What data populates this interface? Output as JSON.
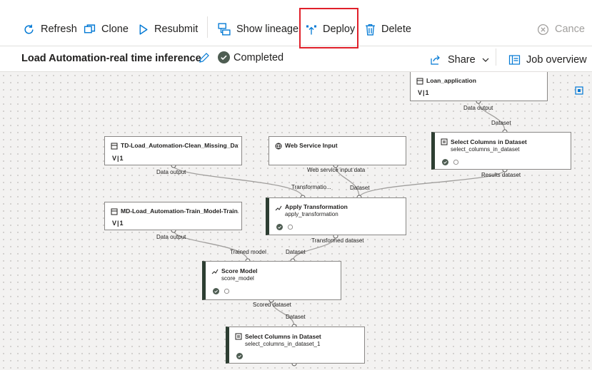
{
  "toolbar": {
    "refresh": "Refresh",
    "clone": "Clone",
    "resubmit": "Resubmit",
    "show_lineage": "Show lineage",
    "deploy": "Deploy",
    "delete": "Delete",
    "cancel": "Cance"
  },
  "header": {
    "title": "Load Automation-real time inference",
    "status": "Completed",
    "share": "Share",
    "job_overview": "Job overview"
  },
  "nodes": {
    "loan_app": {
      "title": "Loan_application",
      "version": "V|1"
    },
    "td_clean": {
      "title": "TD-Load_Automation-Clean_Missing_Dat...",
      "version": "V|1"
    },
    "ws_input": {
      "title": "Web Service Input"
    },
    "select_cols_1": {
      "title": "Select Columns in Dataset",
      "sub": "select_columns_in_dataset"
    },
    "md_train": {
      "title": "MD-Load_Automation-Train_Model-Train...",
      "version": "V|1"
    },
    "apply_transform": {
      "title": "Apply Transformation",
      "sub": "apply_transformation"
    },
    "score_model": {
      "title": "Score Model",
      "sub": "score_model"
    },
    "select_cols_2": {
      "title": "Select Columns in Dataset",
      "sub": "select_columns_in_dataset_1"
    }
  },
  "ports": {
    "loan_out": "Data output",
    "sel1_in": "Dataset",
    "td_out": "Data output",
    "ws_out": "Web service input data",
    "apply_in_transform": "Transformatio...",
    "apply_in_dataset": "Dataset",
    "sel1_out": "Results dataset",
    "md_out": "Data output",
    "apply_out": "Transformed dataset",
    "score_in_model": "Trained model",
    "score_in_dataset": "Dataset",
    "score_out": "Scored dataset",
    "sel2_in": "Dataset"
  },
  "colors": {
    "highlight": "#e0202a",
    "success": "#2d3e32",
    "accent": "#0078d4"
  },
  "icons": [
    "refresh-icon",
    "clone-icon",
    "resubmit-icon",
    "show-lineage-icon",
    "deploy-icon",
    "delete-icon",
    "cancel-icon",
    "edit-icon",
    "completed-check-icon",
    "share-icon",
    "chevron-down-icon",
    "job-overview-icon",
    "dataset-icon",
    "module-icon",
    "fit-view-icon"
  ]
}
